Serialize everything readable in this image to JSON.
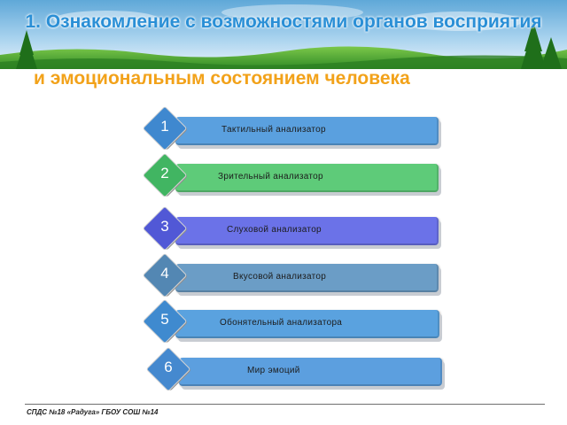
{
  "slide": {
    "title": "1. Ознакомление с возможностями органов восприятия",
    "subtitle": "и эмоциональным состоянием человека",
    "footer": "СПДС №18 «Радуга» ГБОУ СОШ №14"
  },
  "items": [
    {
      "number": "1",
      "label": "Тактильный  анализатор",
      "color": "#5aa0df",
      "badge_color": "#3f88cf"
    },
    {
      "number": "2",
      "label": "Зрительный анализатор",
      "color": "#5ecb79",
      "badge_color": "#41b562"
    },
    {
      "number": "3",
      "label": "Слуховой  анализатор",
      "color": "#6b72e8",
      "badge_color": "#5158d6"
    },
    {
      "number": "4",
      "label": "Вкусовой  анализатор",
      "color": "#6b9dc6",
      "badge_color": "#5387b3"
    },
    {
      "number": "5",
      "label": "Обонятельный  анализатора",
      "color": "#5aa2df",
      "badge_color": "#3f8acf"
    },
    {
      "number": "6",
      "label": "Мир  эмоций",
      "color": "#5c9fdf",
      "badge_color": "#4589cf"
    }
  ],
  "colors": {
    "title": "#2a8fd6",
    "subtitle": "#f2a21a"
  }
}
